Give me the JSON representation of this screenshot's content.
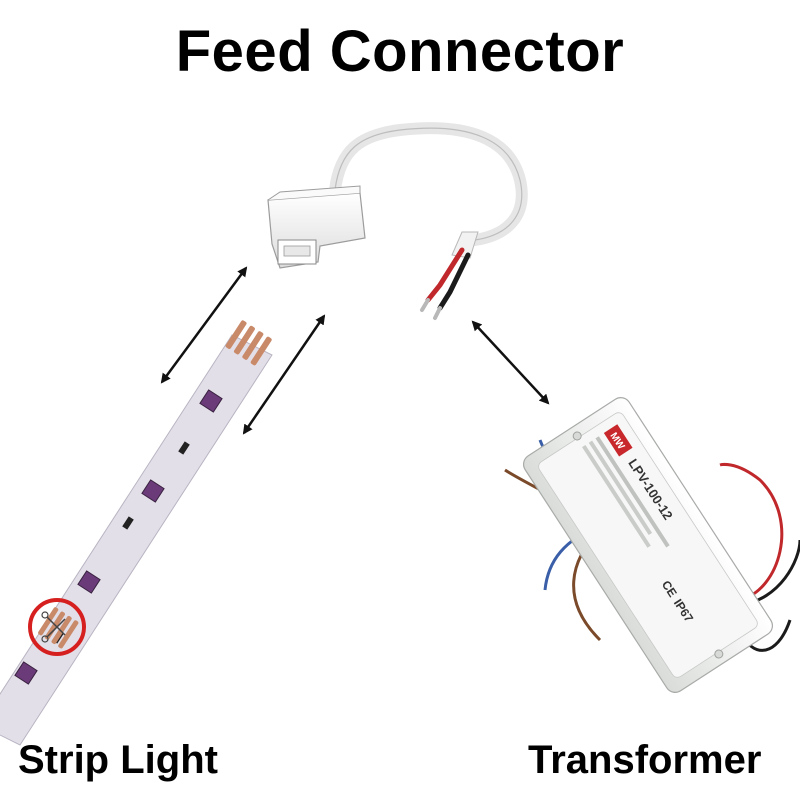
{
  "title": "Feed Connector",
  "labels": {
    "strip_light": "Strip Light",
    "transformer": "Transformer"
  },
  "transformer_label": {
    "brand": "MW",
    "model": "LPV-100-12",
    "rating": "IP67",
    "ce_mark": "CE"
  },
  "colors": {
    "arrow": "#111111",
    "strip": "#e3dfe8",
    "pad": "#c98a6a",
    "led": "#6a3b78",
    "cut_circle": "#d62020",
    "connector": "#f4f4f4",
    "psu_body": "#eef0ee",
    "wire_red": "#c0282c",
    "wire_black": "#1b1b1b",
    "wire_blue": "#3a5fa8",
    "wire_brown": "#7a4a2a",
    "brand_red": "#c8282c"
  },
  "icons": [
    "scissors-icon",
    "double-arrow-icon"
  ]
}
